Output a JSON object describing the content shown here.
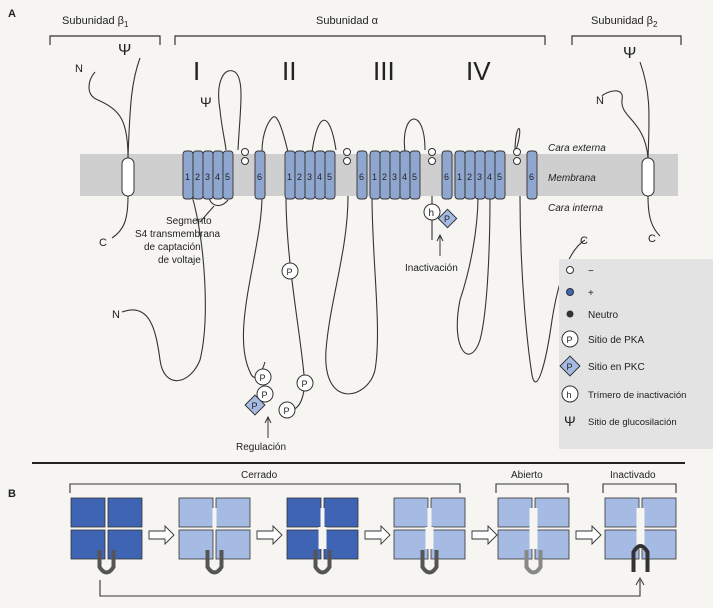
{
  "panel_a": {
    "label": "A",
    "beta1": {
      "title": "Subunidad β",
      "sub": "1"
    },
    "alpha": {
      "title": "Subunidad α"
    },
    "beta2": {
      "title": "Subunidad β",
      "sub": "2"
    },
    "domains": [
      "I",
      "II",
      "III",
      "IV"
    ],
    "segment_labels": [
      "1",
      "2",
      "3",
      "4",
      "5",
      "6"
    ],
    "n_terminal": "N",
    "c_terminal": "C",
    "face_external": "Cara externa",
    "membrane": "Membrana",
    "face_internal": "Cara interna",
    "s4_label": [
      "Segmento",
      "S4 transmembrana",
      "de captación",
      "de voltaje"
    ],
    "inactivation_label": "Inactivación",
    "regulation_label": "Regulación",
    "p_glyph": "P",
    "h_glyph": "h",
    "psi_glyph": "Ψ",
    "legend": [
      {
        "sym": "open-circle",
        "text": "−"
      },
      {
        "sym": "blue-dot",
        "text": "+"
      },
      {
        "sym": "black-dot",
        "text": "Neutro"
      },
      {
        "sym": "p-circle",
        "text": "Sitio de PKA"
      },
      {
        "sym": "p-diamond",
        "text": "Sitio en PKC"
      },
      {
        "sym": "h-circle",
        "text": "Trímero de inactivación"
      },
      {
        "sym": "psi",
        "text": "Sitio de glucosilación"
      }
    ]
  },
  "panel_b": {
    "label": "B",
    "closed": "Cerrado",
    "open": "Abierto",
    "inactivated": "Inactivado"
  },
  "colors": {
    "membrane": "#cfcfcf",
    "helix": "#8fa6cf",
    "dark_blue": "#3f64b4",
    "light_blue": "#a5bbe4",
    "legend_bg": "#e3e3e3"
  }
}
